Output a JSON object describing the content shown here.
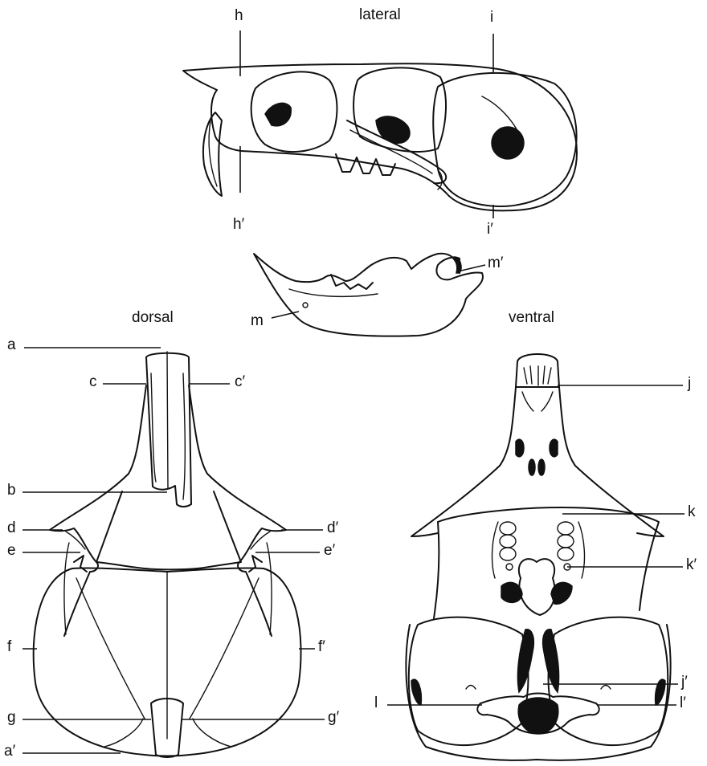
{
  "views": {
    "lateral": "lateral",
    "dorsal": "dorsal",
    "ventral": "ventral"
  },
  "labels": {
    "a": "a",
    "a_prime": "a′",
    "b": "b",
    "c": "c",
    "c_prime": "c′",
    "d": "d",
    "d_prime": "d′",
    "e": "e",
    "e_prime": "e′",
    "f": "f",
    "f_prime": "f′",
    "g": "g",
    "g_prime": "g′",
    "h": "h",
    "h_prime": "h′",
    "i": "i",
    "i_prime": "i′",
    "j": "j",
    "j_prime": "j′",
    "k": "k",
    "k_prime": "k′",
    "l": "l",
    "l_prime": "l′",
    "m": "m",
    "m_prime": "m′"
  },
  "colors": {
    "ink": "#111111",
    "paper": "#ffffff"
  }
}
